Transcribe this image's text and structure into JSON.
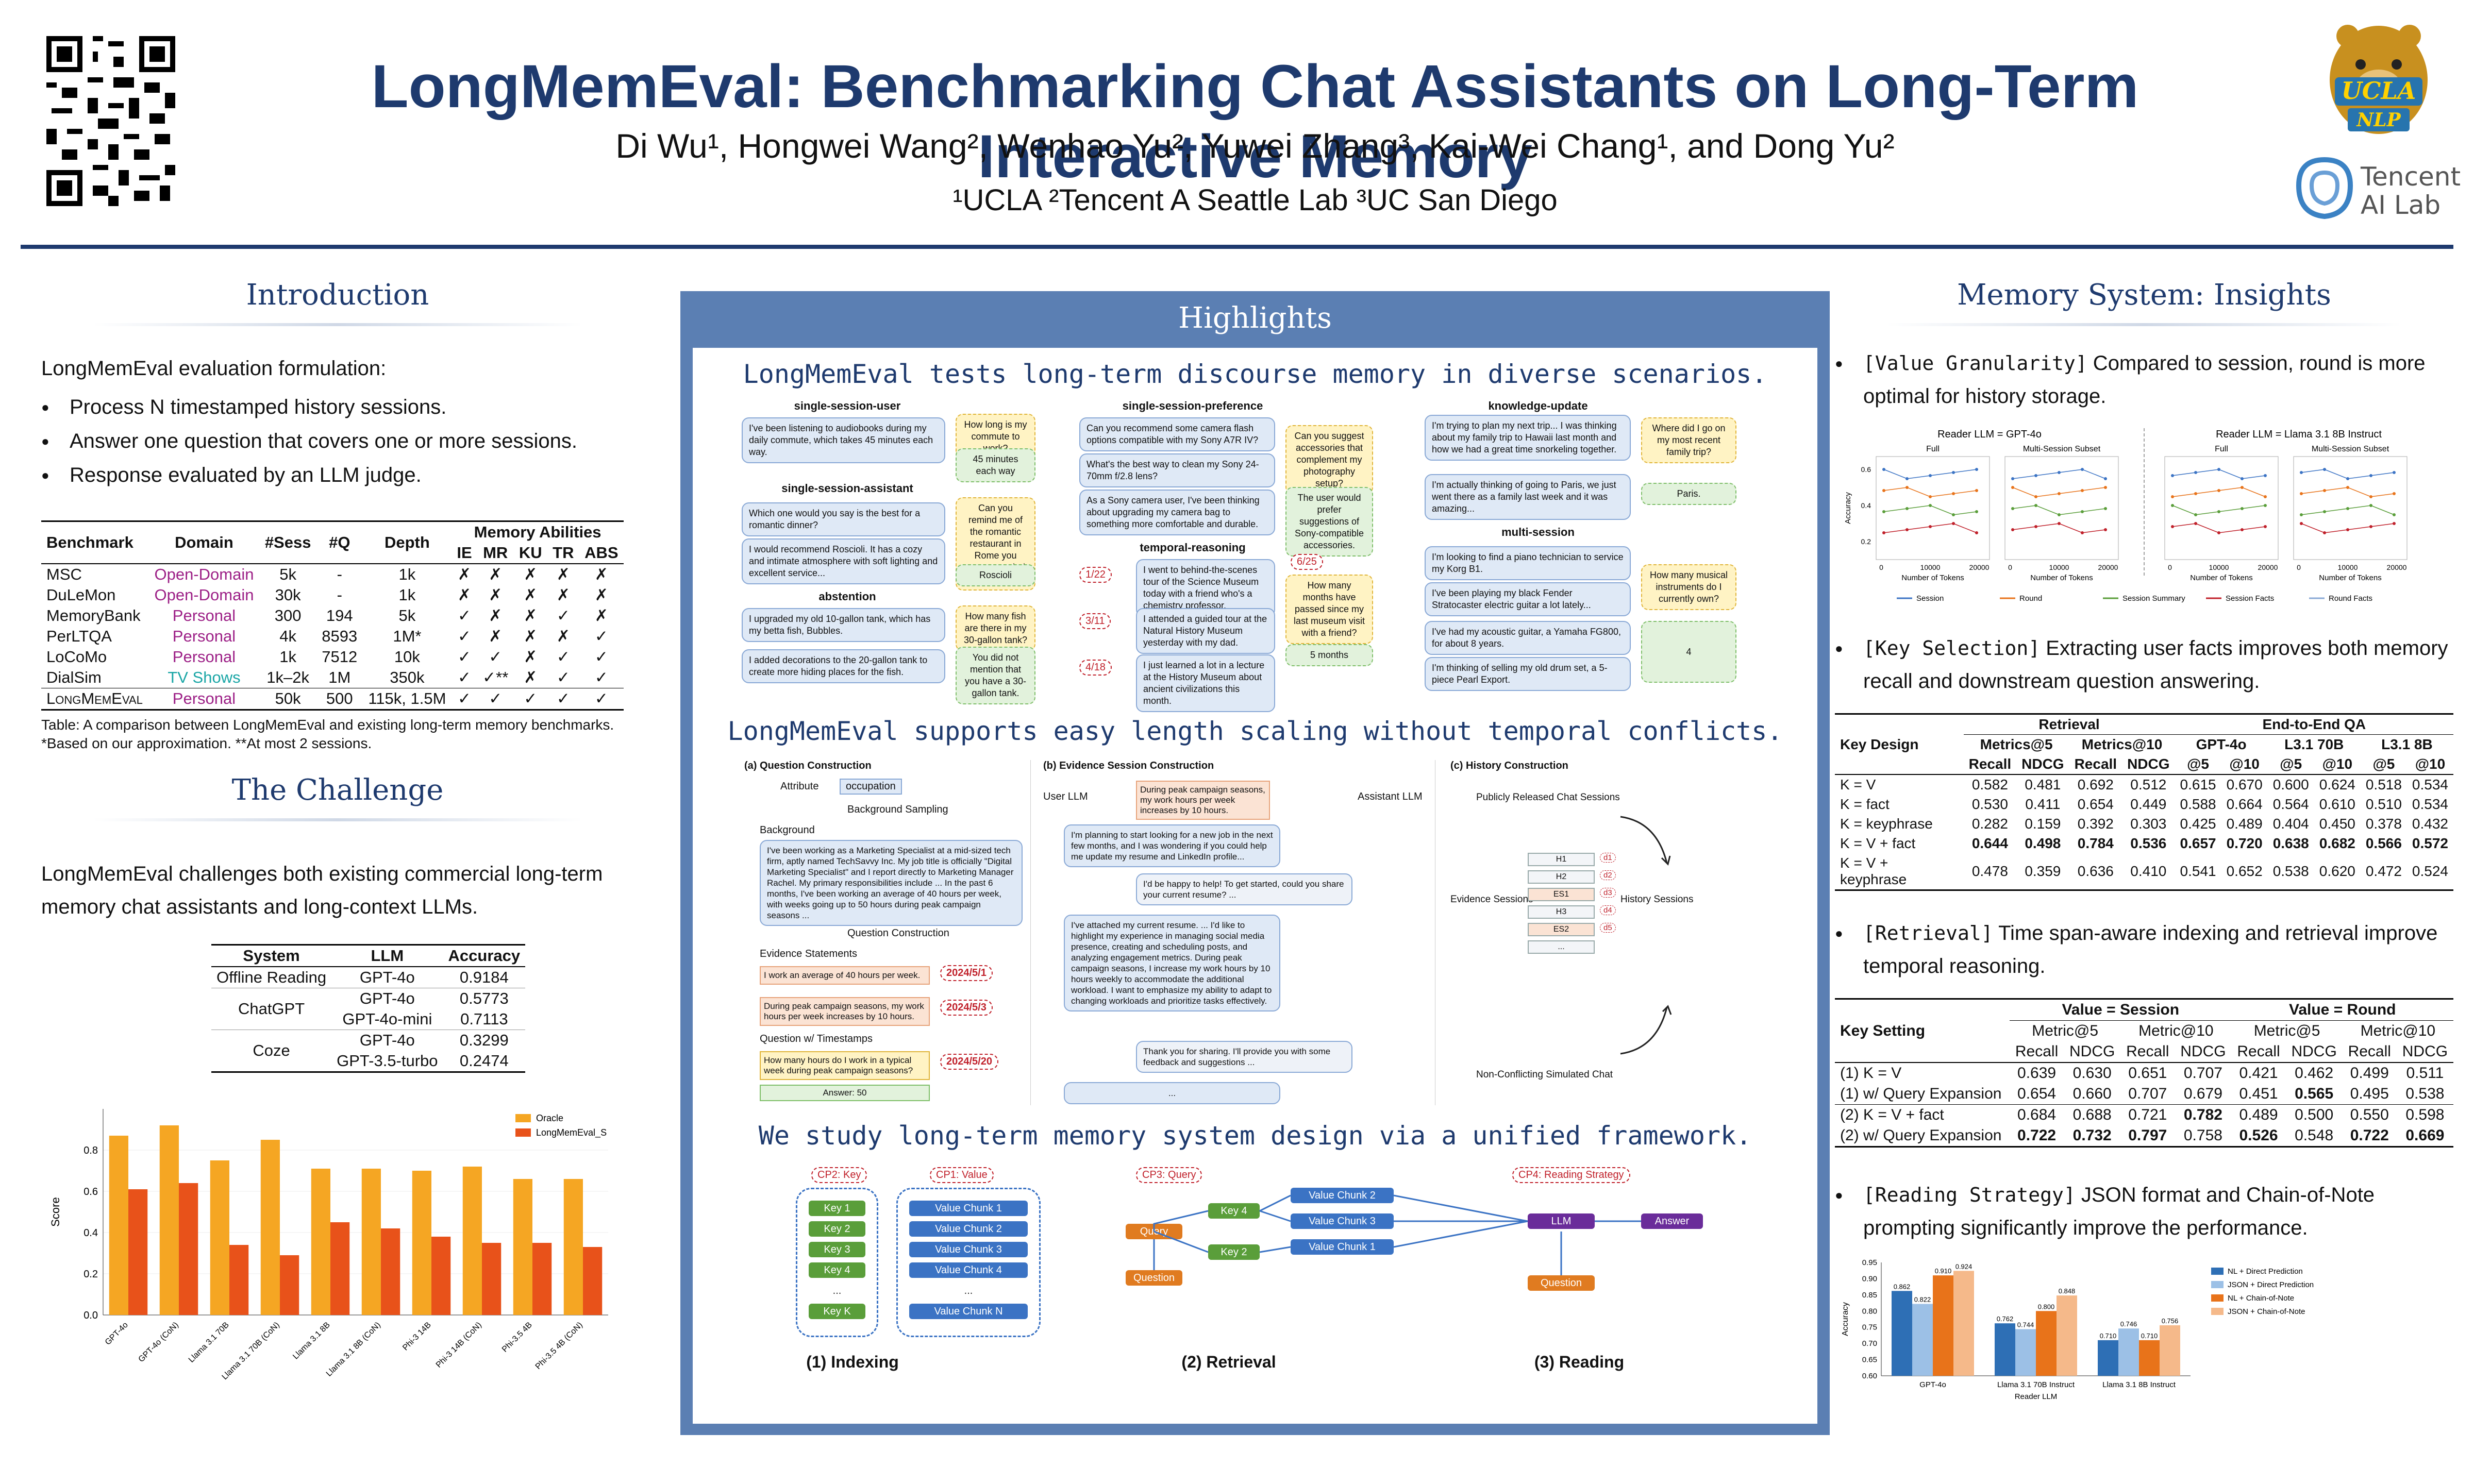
{
  "header": {
    "title": "LongMemEval: Benchmarking Chat Assistants on Long-Term Interactive Memory",
    "authors": "Di Wu¹, Hongwei Wang², Wenhao Yu², Yuwei Zhang³, Kai-Wei Chang¹, and Dong Yu²",
    "affiliations": "¹UCLA  ²Tencent A Seattle Lab  ³UC San Diego",
    "logo_ucla_text": "UCLA",
    "logo_ucla_sub": "NLP",
    "logo_tencent_text1": "Tencent",
    "logo_tencent_text2": "AI Lab"
  },
  "intro": {
    "title": "Introduction",
    "formulation": "LongMemEval evaluation formulation:",
    "bullets": [
      "Process N timestamped history sessions.",
      "Answer one question that covers one or more sessions.",
      "Response evaluated by an LLM judge."
    ],
    "table": {
      "headers": [
        "Benchmark",
        "Domain",
        "#Sess",
        "#Q",
        "Depth",
        "Memory Abilities"
      ],
      "abilities": [
        "IE",
        "MR",
        "KU",
        "TR",
        "ABS"
      ],
      "rows": [
        [
          "MSC",
          "Open-Domain",
          "5k",
          "-",
          "1k",
          "✗",
          "✗",
          "✗",
          "✗",
          "✗"
        ],
        [
          "DuLeMon",
          "Open-Domain",
          "30k",
          "-",
          "1k",
          "✗",
          "✗",
          "✗",
          "✗",
          "✗"
        ],
        [
          "MemoryBank",
          "Personal",
          "300",
          "194",
          "5k",
          "✓",
          "✗",
          "✗",
          "✓",
          "✗"
        ],
        [
          "PerLTQA",
          "Personal",
          "4k",
          "8593",
          "1M*",
          "✓",
          "✗",
          "✗",
          "✗",
          "✓"
        ],
        [
          "LoCoMo",
          "Personal",
          "1k",
          "7512",
          "10k",
          "✓",
          "✓",
          "✗",
          "✓",
          "✓"
        ],
        [
          "DialSim",
          "TV Shows",
          "1k–2k",
          "1M",
          "350k",
          "✓",
          "✓**",
          "✗",
          "✓",
          "✓"
        ],
        [
          "LongMemEval",
          "Personal",
          "50k",
          "500",
          "115k, 1.5M",
          "✓",
          "✓",
          "✓",
          "✓",
          "✓"
        ]
      ],
      "caption": "Table:  A comparison between LongMemEval and existing long-term memory benchmarks. *Based on our approximation. **At most 2 sessions."
    }
  },
  "challenge": {
    "title": "The Challenge",
    "text": "LongMemEval challenges both existing commercial long-term memory chat assistants and long-context LLMs.",
    "table": {
      "headers": [
        "System",
        "LLM",
        "Accuracy"
      ],
      "rows": [
        [
          "Offline Reading",
          "GPT-4o",
          "0.9184"
        ],
        [
          "ChatGPT",
          "GPT-4o",
          "0.5773"
        ],
        [
          "",
          "GPT-4o-mini",
          "0.7113"
        ],
        [
          "Coze",
          "GPT-4o",
          "0.3299"
        ],
        [
          "",
          "GPT-3.5-turbo",
          "0.2474"
        ]
      ]
    }
  },
  "chart_data": [
    {
      "type": "bar",
      "categories": [
        "GPT-4o",
        "GPT-4o (CoN)",
        "Llama 3.1 70B",
        "Llama 3.1 70B (CoN)",
        "Llama 3.1 8B",
        "Llama 3.1 8B (CoN)",
        "Phi-3 14B",
        "Phi-3 14B (CoN)",
        "Phi-3.5 4B",
        "Phi-3.5 4B (CoN)"
      ],
      "series": [
        {
          "name": "Oracle",
          "color": "#f5a623",
          "values": [
            0.87,
            0.92,
            0.75,
            0.85,
            0.71,
            0.71,
            0.7,
            0.72,
            0.66,
            0.66
          ]
        },
        {
          "name": "LongMemEval_S",
          "color": "#e8521a",
          "values": [
            0.61,
            0.64,
            0.34,
            0.29,
            0.45,
            0.42,
            0.38,
            0.35,
            0.35,
            0.33
          ]
        }
      ],
      "ylabel": "Score",
      "ylim": [
        0,
        1.0
      ],
      "yticks": [
        "0.0",
        "0.2",
        "0.4",
        "0.6",
        "0.8"
      ],
      "legend": "top-right"
    },
    {
      "type": "bar",
      "categories": [
        "GPT-4o",
        "Llama 3.1 70B Instruct",
        "Llama 3.1 8B Instruct"
      ],
      "xlabel": "Reader LLM",
      "ylabel": "Accuracy",
      "ylim": [
        0.6,
        0.95
      ],
      "yticks": [
        "0.60",
        "0.65",
        "0.70",
        "0.75",
        "0.80",
        "0.85",
        "0.90",
        "0.95"
      ],
      "series": [
        {
          "name": "NL + Direct Prediction",
          "color": "#2e6fb5",
          "values": [
            0.862,
            0.762,
            0.71
          ]
        },
        {
          "name": "JSON + Direct Prediction",
          "color": "#9cc0e6",
          "values": [
            0.822,
            0.744,
            0.746
          ]
        },
        {
          "name": "NL + Chain-of-Note",
          "color": "#e8731a",
          "values": [
            0.91,
            0.8,
            0.71
          ]
        },
        {
          "name": "JSON + Chain-of-Note",
          "color": "#f5b98a",
          "values": [
            0.924,
            0.848,
            0.756
          ]
        }
      ],
      "legend": "top-right"
    }
  ],
  "highlights": {
    "title": "Highlights",
    "h1": "LongMemEval tests long-term discourse memory in diverse scenarios.",
    "h2": "LongMemEval supports easy length scaling without temporal conflicts.",
    "h3": "We study long-term memory system design via a unified framework.",
    "scenarios": {
      "ssu": {
        "label": "single-session-user",
        "u": "I've been listening to audiobooks during my daily commute, which takes 45 minutes each way.",
        "q": "How long is my commute to work?",
        "a": "45 minutes each way"
      },
      "ssa": {
        "label": "single-session-assistant",
        "u": "Which one would you say is the best for a romantic dinner?",
        "r": "I would recommend Roscioli. It has a cozy and intimate atmosphere with soft lighting and excellent service...",
        "q": "Can you remind me of the romantic restaurant in Rome you recommended for dinner?",
        "a": "Roscioli"
      },
      "abs": {
        "label": "abstention",
        "u1": "I upgraded my old 10-gallon tank, which has my betta fish, Bubbles.",
        "u2": "I added decorations to the 20-gallon tank to create more hiding places for the fish.",
        "q": "How many fish are there in my 30-gallon tank?",
        "a": "You did not mention that you have a 30-gallon tank."
      },
      "ssp": {
        "label": "single-session-preference",
        "u1": "Can you recommend some camera flash options compatible with my Sony A7R IV?",
        "u2": "What's the best way to clean my Sony 24-70mm f/2.8 lens?",
        "u3": "As a Sony camera user, I've been thinking about upgrading my camera bag to something more comfortable and durable.",
        "q": "Can you suggest accessories that complement my photography setup?",
        "a": "The user would prefer suggestions of Sony-compatible accessories."
      },
      "tr": {
        "label": "temporal-reasoning",
        "d1": "1/22",
        "d2": "3/11",
        "d3": "4/18",
        "d4": "6/25",
        "u1": "I went to behind-the-scenes tour of the Science Museum today with a friend who's a chemistry professor.",
        "u2": "I attended a guided tour at the Natural History Museum yesterday with my dad.",
        "u3": "I just learned a lot in a lecture at the History Museum about ancient civilizations this month.",
        "q": "How many months have passed since my last museum visit with a friend?",
        "a": "5 months"
      },
      "ku": {
        "label": "knowledge-update",
        "u1": "I'm trying to plan my next trip... I was thinking about my family trip to Hawaii last month and how we had a great time snorkeling together.",
        "u2": "I'm actually thinking of going to Paris, we just went there as a family last week and it was amazing...",
        "q": "Where did I go on my most recent family trip?",
        "a": "Paris."
      },
      "ms": {
        "label": "multi-session",
        "u1": "I'm looking to find a piano technician to service my Korg B1.",
        "u2": "I've been playing my black Fender Stratocaster electric guitar a lot lately...",
        "u3": "I've had my acoustic guitar, a Yamaha FG800, for about 8 years.",
        "u4": "I'm thinking of selling my old drum set, a 5-piece Pearl Export.",
        "q": "How many musical instruments do I currently own?",
        "a": "4"
      }
    },
    "pipeline": {
      "a_title": "(a) Question Construction",
      "attribute": "Attribute",
      "attr_val": "occupation",
      "bg_sampling": "Background Sampling",
      "background": "Background",
      "bg_text": "I've been working as a Marketing Specialist at a mid-sized tech firm, aptly named TechSavvy Inc. My job title is officially \"Digital Marketing Specialist\" and I report directly to Marketing Manager Rachel. My primary responsibilities include ... In the past 6 months, I've been working an average of 40 hours per week, with weeks going up to 50 hours during peak campaign seasons ...",
      "qc": "Question Construction",
      "ev": "Evidence Statements",
      "ev1": "I work an average of 40 hours per week.",
      "ev1d": "2024/5/1",
      "ev2": "During peak campaign seasons, my work hours per week increases by 10 hours.",
      "ev2d": "2024/5/3",
      "qwt": "Question w/ Timestamps",
      "qq": "How many hours do I work in a typical week during peak campaign seasons?",
      "qd": "2024/5/20",
      "ans": "Answer: 50",
      "b_title": "(b) Evidence Session Construction",
      "user_llm": "User LLM",
      "asst_llm": "Assistant LLM",
      "top": "During peak campaign seasons, my work hours per week increases by 10 hours.",
      "m1": "I'm planning to start looking for a new job in the next few months, and I was wondering if you could help me update my resume and LinkedIn profile...",
      "m2": "I'd be happy to help! To get started, could you share your current resume? ...",
      "m3": "I've attached my current resume. ... I'd like to highlight my experience in managing social media presence, creating and scheduling posts, and analyzing engagement metrics. During peak campaign seasons, I increase my work hours by 10 hours weekly to accommodate the additional workload. I want to emphasize my ability to adapt to changing workloads and prioritize tasks effectively.",
      "m4": "Thank you for sharing. I'll provide you with some feedback and suggestions ...",
      "m5": "...",
      "c_title": "(c) History Construction",
      "prc": "Publicly Released Chat Sessions",
      "evs": "Evidence Sessions",
      "hs": "History Sessions",
      "ncs": "Non-Conflicting Simulated Chat",
      "h": [
        "H1",
        "H2",
        "ES1",
        "H3",
        "ES2",
        "..."
      ],
      "d": [
        "d1",
        "d2",
        "d3",
        "d4",
        "d5"
      ]
    },
    "framework": {
      "cp1": "CP2: Key",
      "cp2": "CP1: Value",
      "cp3": "CP3: Query",
      "cp4": "CP4: Reading Strategy",
      "keys": [
        "Key 1",
        "Key 2",
        "Key 3",
        "Key 4",
        "...",
        "Key K"
      ],
      "vals": [
        "Value Chunk 1",
        "Value Chunk 2",
        "Value Chunk 3",
        "Value Chunk 4",
        "...",
        "Value Chunk N"
      ],
      "query": "Query",
      "question": "Question",
      "rkey4": "Key 4",
      "rkey2": "Key 2",
      "rv2": "Value Chunk 2",
      "rv3": "Value Chunk 3",
      "rv1": "Value Chunk 1",
      "llm": "LLM",
      "answer": "Answer",
      "question2": "Question",
      "c1": "(1) Indexing",
      "c2": "(2) Retrieval",
      "c3": "(3) Reading"
    }
  },
  "insights": {
    "title": "Memory System: Insights",
    "i1_tag": "[Value Granularity]",
    "i1": " Compared to session, round is more optimal for history storage.",
    "i2_tag": "[Key Selection]",
    "i2": " Extracting user facts improves both memory recall and downstream question answering.",
    "i3_tag": "[Retrieval]",
    "i3": " Time span-aware indexing and retrieval improve temporal reasoning.",
    "i4_tag": "[Reading Strategy]",
    "i4": " JSON format and Chain-of-Note prompting significantly improve the performance.",
    "gran": {
      "left_title": "Reader LLM = GPT-4o",
      "right_title": "Reader LLM = Llama 3.1 8B Instruct",
      "sub1": "Full",
      "sub2": "Multi-Session Subset",
      "xlabel": "Number of Tokens",
      "ylabel": "Accuracy",
      "legend": [
        "Session",
        "Round",
        "Session Summary",
        "Session Facts",
        "Round Facts"
      ],
      "xt": [
        "0",
        "10000",
        "20000"
      ],
      "yt": [
        "0.6",
        "0.4",
        "0.2"
      ]
    },
    "t_key": {
      "rows": [
        [
          "K = V",
          "0.582",
          "0.481",
          "0.692",
          "0.512",
          "0.615",
          "0.670",
          "0.600",
          "0.624",
          "0.518",
          "0.534"
        ],
        [
          "K = fact",
          "0.530",
          "0.411",
          "0.654",
          "0.449",
          "0.588",
          "0.664",
          "0.564",
          "0.610",
          "0.510",
          "0.534"
        ],
        [
          "K = keyphrase",
          "0.282",
          "0.159",
          "0.392",
          "0.303",
          "0.425",
          "0.489",
          "0.404",
          "0.450",
          "0.378",
          "0.432"
        ],
        [
          "K = V + fact",
          "0.644",
          "0.498",
          "0.784",
          "0.536",
          "0.657",
          "0.720",
          "0.638",
          "0.682",
          "0.566",
          "0.572"
        ],
        [
          "K = V + keyphrase",
          "0.478",
          "0.359",
          "0.636",
          "0.410",
          "0.541",
          "0.652",
          "0.538",
          "0.620",
          "0.472",
          "0.524"
        ]
      ],
      "h_design": "Key Design",
      "h_ret": "Retrieval",
      "h_e2e": "End-to-End QA",
      "h_m5": "Metrics@5",
      "h_m10": "Metrics@10",
      "h_g4": "GPT-4o",
      "h_l70": "L3.1 70B",
      "h_l8": "L3.1 8B",
      "h_rec": "Recall",
      "h_ndcg": "NDCG",
      "h_at5": "@5",
      "h_at10": "@10"
    },
    "t_ret": {
      "rows": [
        [
          "(1) K = V",
          "0.639",
          "0.630",
          "0.651",
          "0.707",
          "0.421",
          "0.462",
          "0.499",
          "0.511"
        ],
        [
          "(1) w/ Query Expansion",
          "0.654",
          "0.660",
          "0.707",
          "0.679",
          "0.451",
          "0.565",
          "0.495",
          "0.538"
        ],
        [
          "(2) K = V + fact",
          "0.684",
          "0.688",
          "0.721",
          "0.782",
          "0.489",
          "0.500",
          "0.550",
          "0.598"
        ],
        [
          "(2) w/ Query Expansion",
          "0.722",
          "0.732",
          "0.797",
          "0.758",
          "0.526",
          "0.548",
          "0.722",
          "0.669"
        ]
      ],
      "h_setting": "Key Setting",
      "h_vs": "Value = Session",
      "h_vr": "Value = Round",
      "h_m5": "Metric@5",
      "h_m10": "Metric@10",
      "h_rec": "Recall",
      "h_ndcg": "NDCG"
    }
  },
  "qr_label": "QR code"
}
